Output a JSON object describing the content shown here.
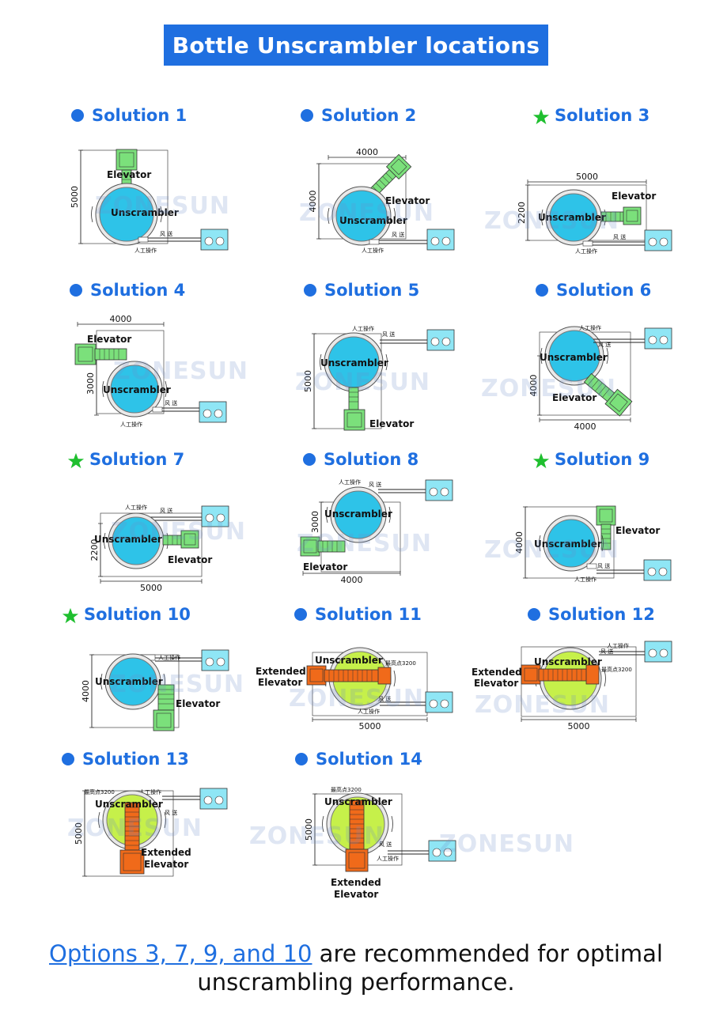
{
  "title": "Bottle Unscrambler locations",
  "watermark": "ZONESUN",
  "labels": {
    "unscrambler": "Unscrambler",
    "elevator": "Elevator",
    "extended": "Extended",
    "elevator2": "Elevator"
  },
  "chinese": {
    "feed": "风 送",
    "manual": "人工操作",
    "height": "最高点3200"
  },
  "solutions": [
    {
      "label": "Solution 1",
      "icon": "dot",
      "dim_v": "5000",
      "dim_h": ""
    },
    {
      "label": "Solution 2",
      "icon": "dot",
      "dim_v": "4000",
      "dim_h": "4000"
    },
    {
      "label": "Solution 3",
      "icon": "star",
      "dim_v": "2200",
      "dim_h": "5000"
    },
    {
      "label": "Solution 4",
      "icon": "dot",
      "dim_v": "3000",
      "dim_h": "4000"
    },
    {
      "label": "Solution 5",
      "icon": "dot",
      "dim_v": "5000",
      "dim_h": ""
    },
    {
      "label": "Solution 6",
      "icon": "dot",
      "dim_v": "4000",
      "dim_h": "4000"
    },
    {
      "label": "Solution 7",
      "icon": "star",
      "dim_v": "2200",
      "dim_h": "5000"
    },
    {
      "label": "Solution 8",
      "icon": "dot",
      "dim_v": "3000",
      "dim_h": "4000"
    },
    {
      "label": "Solution 9",
      "icon": "star",
      "dim_v": "4000",
      "dim_h": ""
    },
    {
      "label": "Solution 10",
      "icon": "star",
      "dim_v": "4000",
      "dim_h": ""
    },
    {
      "label": "Solution 11",
      "icon": "dot",
      "dim_v": "",
      "dim_h": "5000"
    },
    {
      "label": "Solution 12",
      "icon": "dot",
      "dim_v": "",
      "dim_h": "5000"
    },
    {
      "label": "Solution 13",
      "icon": "dot",
      "dim_v": "5000",
      "dim_h": ""
    },
    {
      "label": "Solution 14",
      "icon": "dot",
      "dim_v": "5000",
      "dim_h": ""
    }
  ],
  "footer": {
    "link_text": "Options 3, 7, 9, and 10",
    "rest": " are recommended for optimal unscrambling performance."
  },
  "colors": {
    "brand_blue": "#1f6fe0",
    "star_green": "#1fbf2f",
    "elevator_green": "#7be07b",
    "extended_orange": "#f06a1a",
    "bowl_cyan": "#2ec3e8",
    "bowl_lime": "#c6f04a"
  }
}
